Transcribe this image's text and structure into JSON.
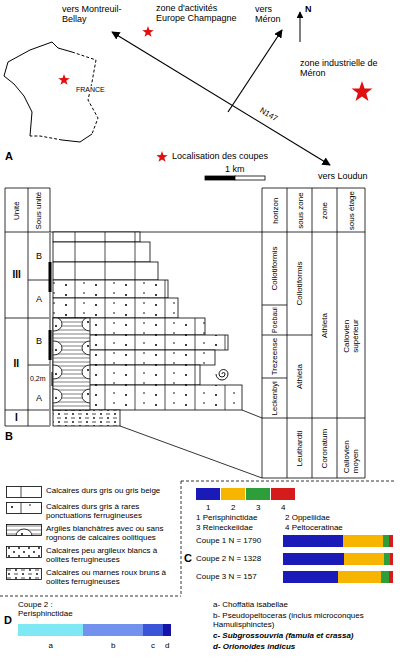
{
  "diagram": {
    "labels": [
      "vers Montreuil-Bellay",
      "zone d'activités Europe Champagne",
      "vers Méron",
      "N",
      "zone industrielle de Méron",
      "FRANCE",
      "N147",
      "vers Loudun",
      "A",
      "Localisation des coupes",
      "1 km",
      "B",
      "Unité",
      "Sous unité",
      "horizon",
      "sous zone",
      "zone",
      "sous étage",
      "III",
      "B",
      "A",
      "II",
      "B",
      "A",
      "I",
      "0,2m",
      "Collotiformis",
      "Poebaui",
      "Trezeense",
      "Leckenbyi",
      "Leuthardti",
      "Collotiformis",
      "Athleta",
      "Athleta",
      "Coronatum",
      "Callovien supérieur",
      "Callovien moyen",
      "C",
      "1",
      "2",
      "3",
      "4",
      "Coupe 1 N = 1790",
      "Coupe 2 N = 1328",
      "Coupe 3 N = 157",
      "D",
      "Coupe 2 : Perisphinctidae",
      "a",
      "b",
      "c",
      "d"
    ],
    "legend": [
      {
        "text": "Calcaires durs gris ou gris beige"
      },
      {
        "text": "Calcaires durs gris à rares ponctuations ferrugineuses"
      },
      {
        "text": "Argiles blanchâtres avec ou sans rognons de calcaires oolitiques"
      },
      {
        "text": "Calcaires peu argileux blancs à oolites ferrugineuses"
      },
      {
        "text": "Calcaires ou marnes roux bruns à oolites ferrugineuses"
      },
      {
        "text": "1 Perisphinctidae",
        "color": "#1a1ab8"
      },
      {
        "text": "2 Oppeliidae",
        "color": "#f7b500"
      },
      {
        "text": "3 Reineckeiidae",
        "color": "#2e9e3a"
      },
      {
        "text": "4 Peltoceratinae",
        "color": "#d41c1c"
      },
      {
        "text": "a- Choffatia isabellae",
        "color": "#7fe8f5"
      },
      {
        "text": "b- Pseudopeltoceras (inclus microconques Hamulisphinctes)",
        "color": "#7392ee"
      },
      {
        "text": "c- Subgrossouvria (famula et crassa)",
        "color": "#3b55d8"
      },
      {
        "text": "d- Orionoides indicus",
        "color": "#1414a8"
      }
    ]
  }
}
